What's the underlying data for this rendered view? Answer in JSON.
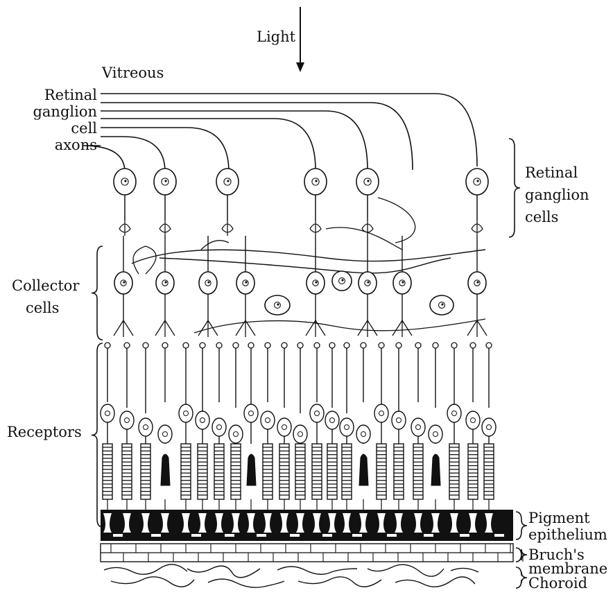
{
  "labels": {
    "light": "Light",
    "vitreous": "Vitreous",
    "axons": [
      "Retinal",
      "ganglion",
      "cell",
      "axons"
    ],
    "retinal_ganglion_cells": [
      "Retinal",
      "ganglion",
      "cells"
    ],
    "collector_cells": [
      "Collector",
      "cells"
    ],
    "receptors": "Receptors",
    "pigment_epithelium": [
      "Pigment",
      "epithelium"
    ],
    "bruchs_membrane": [
      "Bruch's",
      "membrane"
    ],
    "choroid": "Choroid"
  },
  "colors": {
    "ink": "#111111",
    "cell_fill": "#ffffff",
    "pigment": "#111111"
  }
}
